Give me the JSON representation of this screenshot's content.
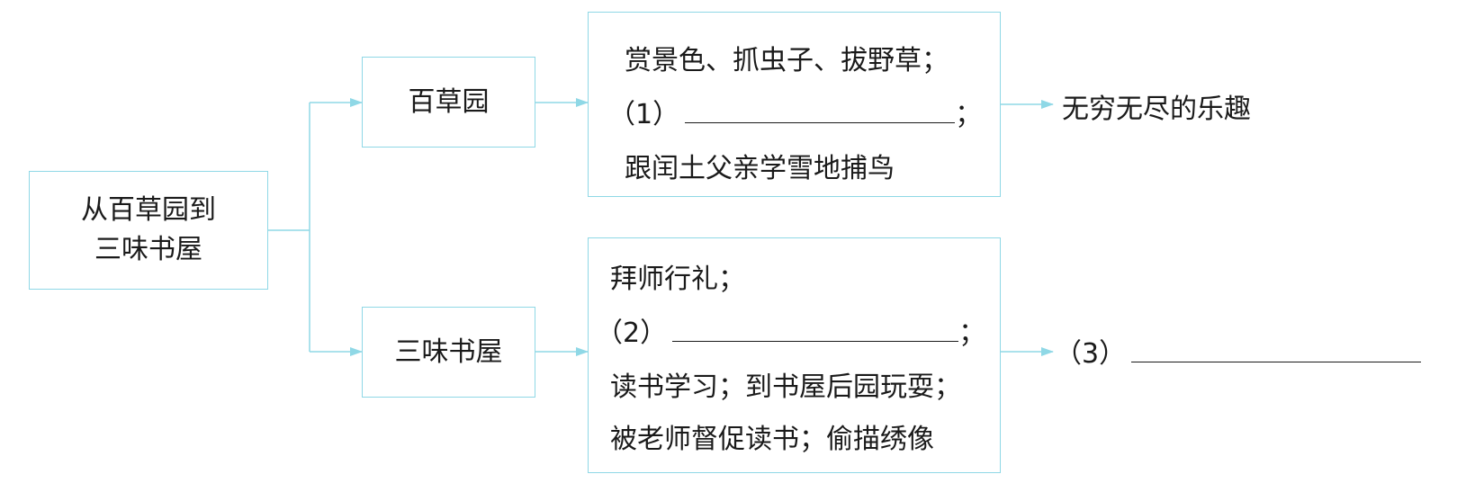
{
  "root": {
    "line1": "从百草园到",
    "line2": "三味书屋"
  },
  "branch_top": {
    "label": "百草园"
  },
  "branch_bottom": {
    "label": "三味书屋"
  },
  "top_content": {
    "line1": "赏景色、抓虫子、拔野草；",
    "line2_prefix": "（1）",
    "line2_suffix": "；",
    "line3": "跟闰土父亲学雪地捕鸟"
  },
  "bottom_content": {
    "line1": "拜师行礼；",
    "line2_prefix": "（2）",
    "line2_suffix": "；",
    "line3": "读书学习；到书屋后园玩耍；",
    "line4": "被老师督促读书；偷描绣像"
  },
  "top_result": "无穷无尽的乐趣",
  "bottom_result_prefix": "（3）",
  "colors": {
    "border": "#8fd8e6",
    "arrow": "#8fd8e6",
    "text": "#1a1a1a"
  }
}
